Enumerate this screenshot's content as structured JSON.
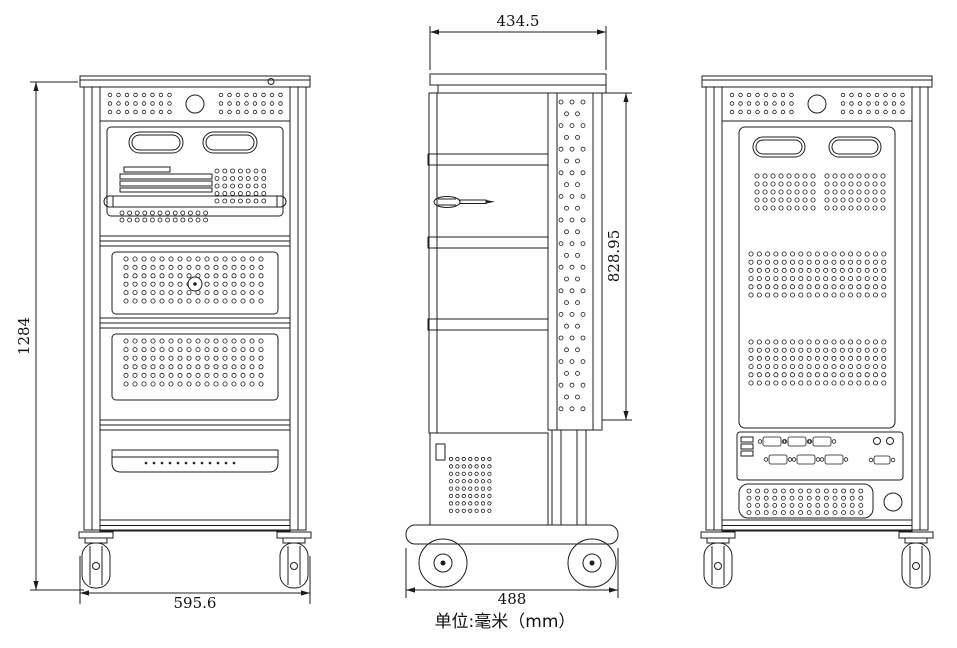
{
  "drawing": {
    "unit_note": "单位:毫米（mm）",
    "views": {
      "front": {
        "height_label": "1284",
        "width_label": "595.6"
      },
      "side": {
        "top_width_label": "434.5",
        "column_height_label": "828.95",
        "base_width_label": "488"
      }
    }
  }
}
